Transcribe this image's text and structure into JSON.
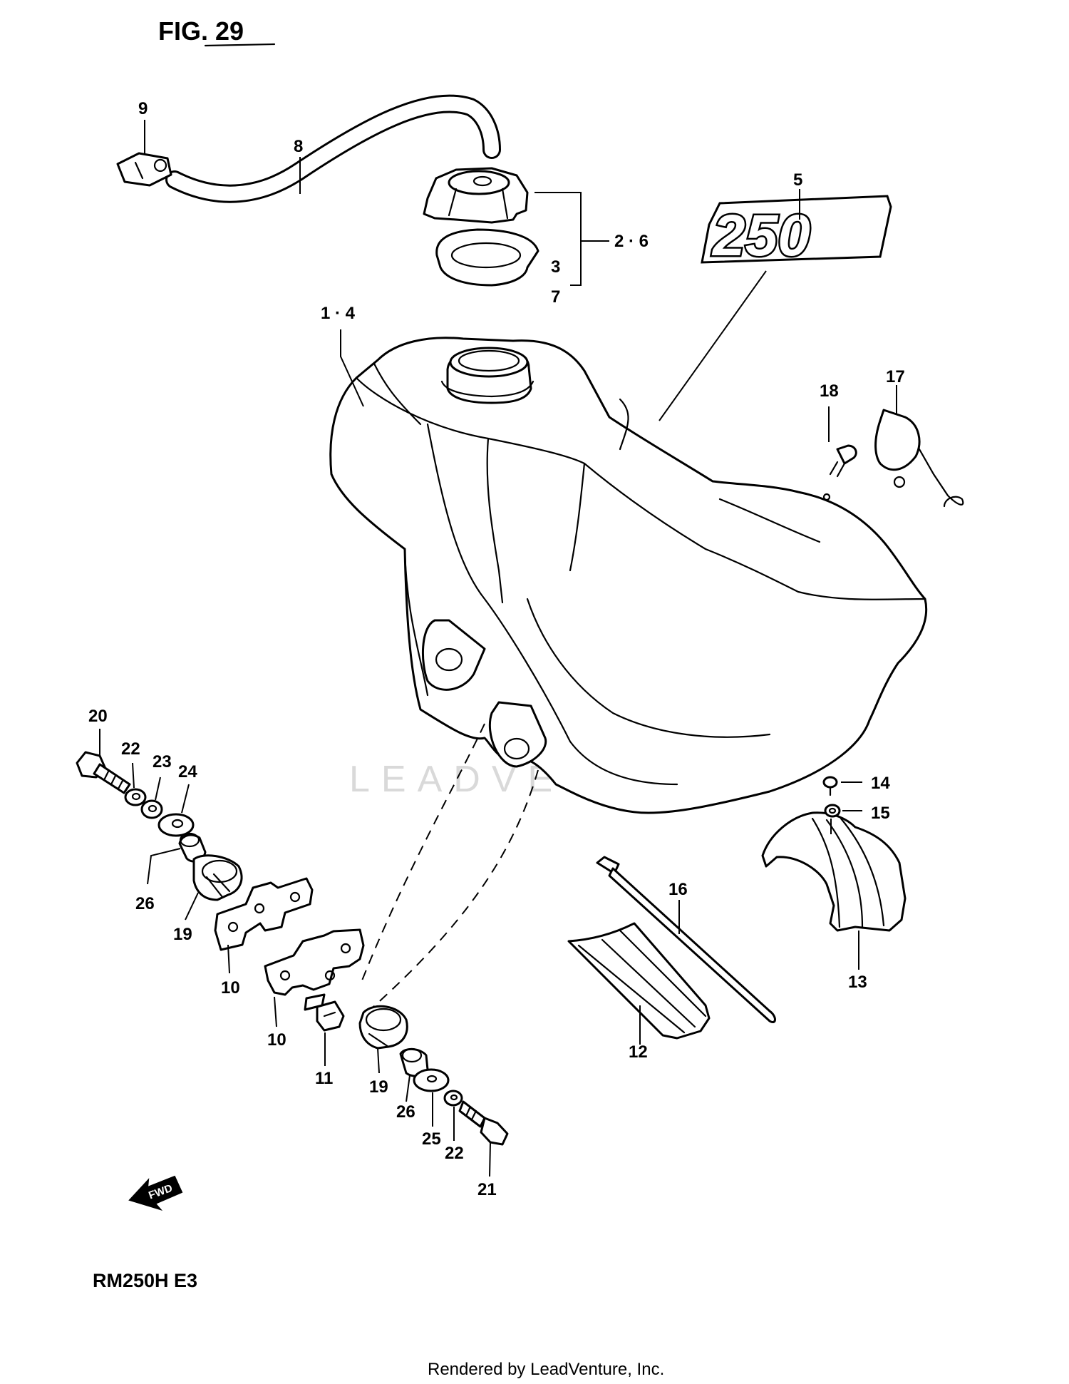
{
  "figure": {
    "title": "FIG. 29",
    "model": "RM250H  E3",
    "footer": "Rendered by LeadVenture, Inc.",
    "watermark": "LEADVENTURE",
    "fwd_arrow": "FWD",
    "decal_text": "250"
  },
  "callouts": {
    "c1_4": "1 · 4",
    "c2_6": "2 · 6",
    "c3": "3",
    "c7": "7",
    "c5": "5",
    "c8": "8",
    "c9": "9",
    "c10a": "10",
    "c10b": "10",
    "c11": "11",
    "c12": "12",
    "c13": "13",
    "c14": "14",
    "c15": "15",
    "c16": "16",
    "c17": "17",
    "c18": "18",
    "c19a": "19",
    "c19b": "19",
    "c20": "20",
    "c21": "21",
    "c22a": "22",
    "c22b": "22",
    "c23": "23",
    "c24": "24",
    "c25": "25",
    "c26a": "26",
    "c26b": "26"
  }
}
